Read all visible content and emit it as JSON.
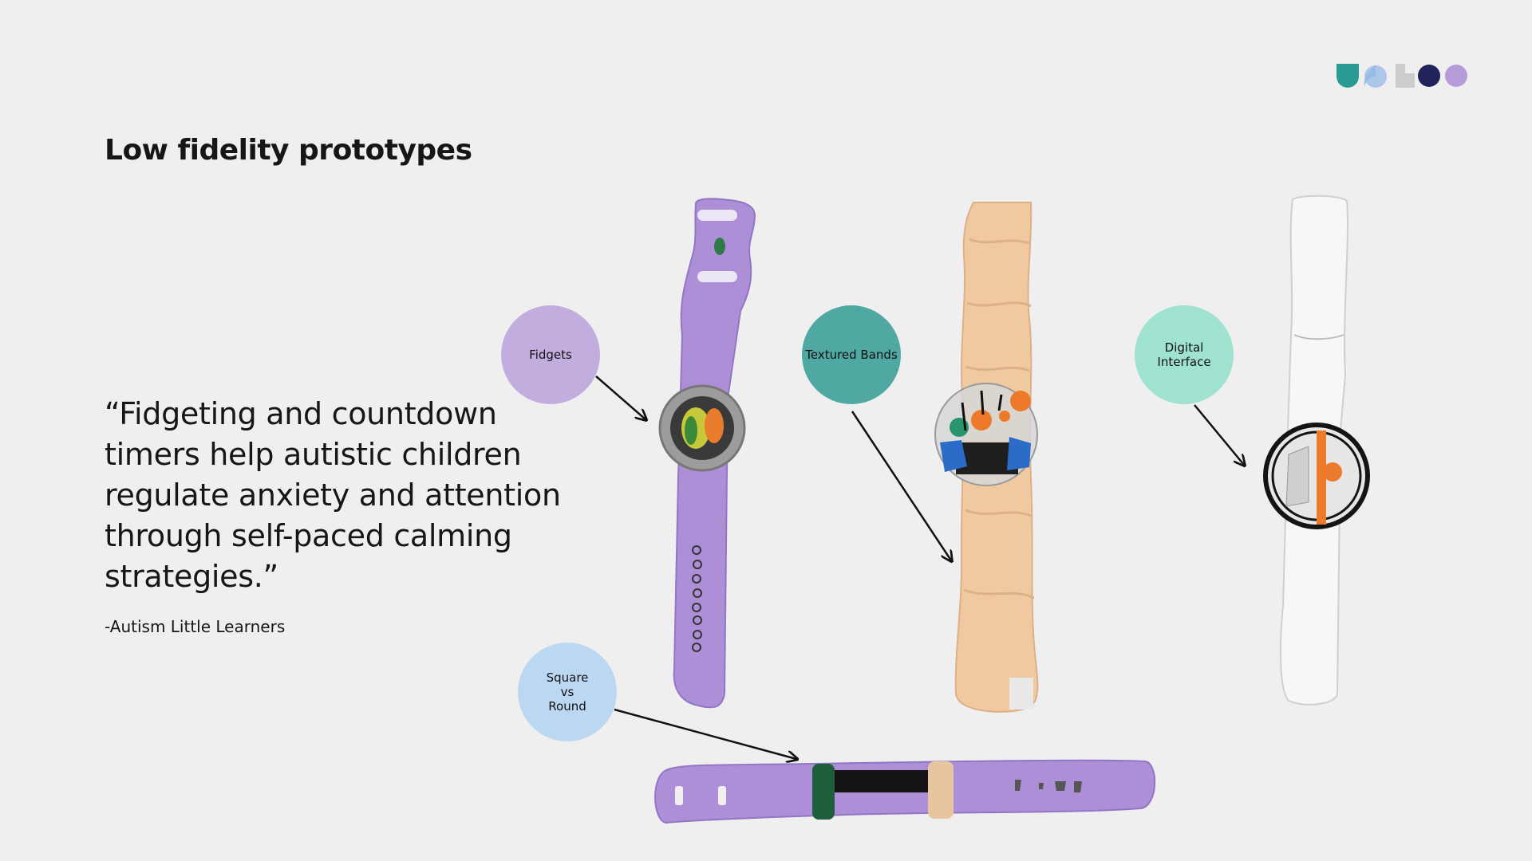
{
  "slide": {
    "title": "Low fidelity prototypes",
    "quote": "“Fidgeting and countdown timers help autistic children regulate anxiety and attention through self-paced calming strategies.”",
    "source": "-Autism Little Learners"
  },
  "labels": {
    "fidgets": "Fidgets",
    "textured_bands": "Textured Bands",
    "digital_interface": "Digital\nInterface",
    "square_vs_round": "Square\nvs\nRound"
  },
  "colors": {
    "background": "#efefef",
    "fidgets_bubble": "#c1aedf",
    "textured_bubble": "#4fa8a2",
    "digital_bubble": "#9fe2cf",
    "shape_bubble": "#bcd7f1",
    "purple_band": "#ad8fd8",
    "plush_band": "#f1c9a0",
    "white_band": "#f6f7f6"
  },
  "icons": [
    "teal-shield-logo",
    "blue-quarter-logo",
    "gray-block-logo",
    "navy-circle-logo",
    "lavender-circle-logo"
  ]
}
